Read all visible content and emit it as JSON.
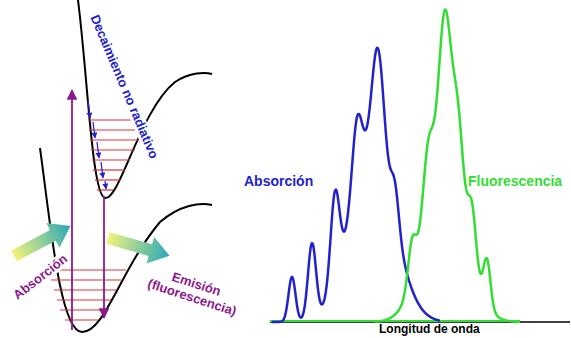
{
  "diagram": {
    "labels": [
      "Decaimiento no radiativo",
      "Absorción",
      "Emisión (fluorescencia)",
      "Absorción",
      "Fluorescencia",
      "Longitud de onda"
    ]
  }
}
